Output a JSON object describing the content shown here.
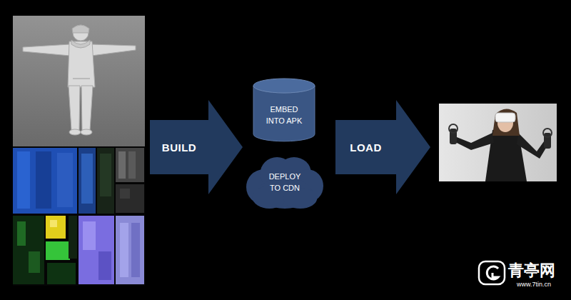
{
  "diagram": {
    "nodes": [
      {
        "text": [
          "BUILD"
        ]
      },
      {
        "text": [
          "EMBED INTO APK"
        ]
      },
      {
        "text": [
          "DEPLOY TO CDN"
        ]
      },
      {
        "text": [
          "LOAD"
        ]
      }
    ],
    "labels": [
      "青亭网",
      "www.7tin.cn"
    ]
  }
}
